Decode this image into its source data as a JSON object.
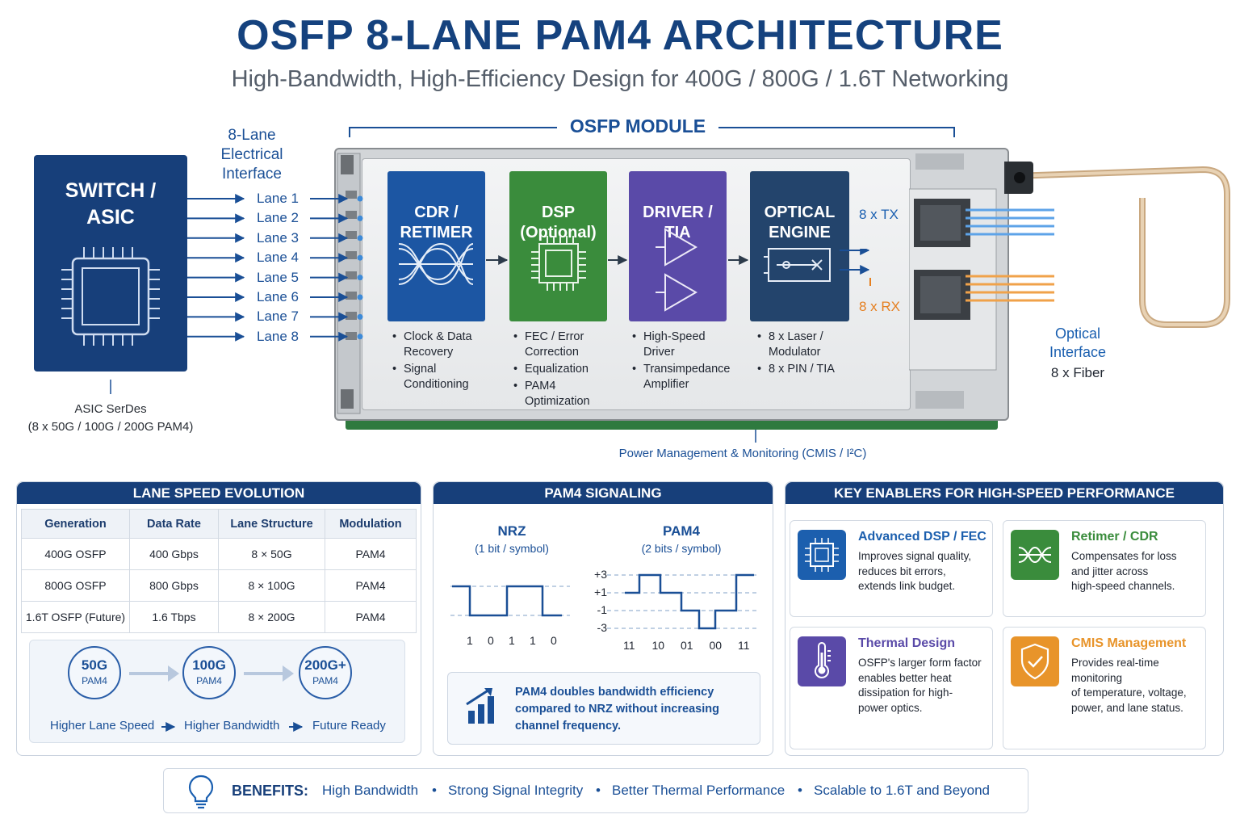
{
  "title": "OSFP 8-LANE PAM4 ARCHITECTURE",
  "subtitle": "High-Bandwidth, High-Efficiency Design for 400G / 800G / 1.6T Networking",
  "asic": {
    "title": "SWITCH /\nASIC",
    "caption_line1": "ASIC SerDes",
    "caption_line2": "(8 x 50G / 100G / 200G PAM4)"
  },
  "lane_interface": {
    "title_line1": "8-Lane",
    "title_line2": "Electrical",
    "title_line3": "Interface",
    "lanes": [
      "Lane 1",
      "Lane 2",
      "Lane 3",
      "Lane 4",
      "Lane 5",
      "Lane 6",
      "Lane 7",
      "Lane 8"
    ]
  },
  "module": {
    "label": "OSFP MODULE",
    "stages": [
      {
        "title": "CDR /\nRETIMER",
        "bullets": [
          "Clock & Data\nRecovery",
          "Signal\nConditioning"
        ]
      },
      {
        "title": "DSP\n(Optional)",
        "bullets": [
          "FEC / Error\nCorrection",
          "Equalization",
          "PAM4\nOptimization"
        ]
      },
      {
        "title": "DRIVER /\nTIA",
        "bullets": [
          "High-Speed\nDriver",
          "Transimpedance\nAmplifier"
        ]
      },
      {
        "title": "OPTICAL\nENGINE",
        "bullets": [
          "8 x Laser /\nModulator",
          "8 x PIN / TIA"
        ]
      }
    ],
    "tx_label": "8 x TX",
    "rx_label": "8 x RX",
    "power_label": "Power Management & Monitoring (CMIS / I²C)"
  },
  "optical_interface": {
    "title": "Optical\nInterface",
    "sub": "8 x Fiber"
  },
  "lane_speed": {
    "header": "LANE SPEED EVOLUTION",
    "columns": [
      "Generation",
      "Data Rate",
      "Lane Structure",
      "Modulation"
    ],
    "rows": [
      [
        "400G OSFP",
        "400 Gbps",
        "8 × 50G",
        "PAM4"
      ],
      [
        "800G OSFP",
        "800 Gbps",
        "8 × 100G",
        "PAM4"
      ],
      [
        "1.6T OSFP (Future)",
        "1.6 Tbps",
        "8 × 200G",
        "PAM4"
      ]
    ],
    "evolution": [
      {
        "value": "50G",
        "mod": "PAM4"
      },
      {
        "value": "100G",
        "mod": "PAM4"
      },
      {
        "value": "200G+",
        "mod": "PAM4"
      }
    ],
    "captions": [
      "Higher Lane Speed",
      "Higher Bandwidth",
      "Future Ready"
    ]
  },
  "pam4": {
    "header": "PAM4 SIGNALING",
    "nrz_title": "NRZ",
    "nrz_sub": "(1 bit / symbol)",
    "nrz_bits": [
      "1",
      "0",
      "1",
      "1",
      "0"
    ],
    "pam4_title": "PAM4",
    "pam4_sub": "(2 bits / symbol)",
    "pam4_levels": [
      "+3",
      "+1",
      "-1",
      "-3"
    ],
    "pam4_symbols": [
      "11",
      "10",
      "01",
      "00",
      "11"
    ],
    "callout": "PAM4 doubles bandwidth efficiency\ncompared to NRZ without increasing\nchannel frequency."
  },
  "enablers": {
    "header": "KEY ENABLERS FOR HIGH-SPEED PERFORMANCE",
    "cards": [
      {
        "title": "Advanced DSP / FEC",
        "text": "Improves signal quality,\nreduces bit errors,\nextends link budget.",
        "icon": "chip-icon",
        "color": "#1c5fae"
      },
      {
        "title": "Retimer / CDR",
        "text": "Compensates for loss\nand jitter across\nhigh-speed channels.",
        "icon": "eye-diagram-icon",
        "color": "#3a8c3c"
      },
      {
        "title": "Thermal Design",
        "text": "OSFP's larger form factor\nenables better heat\ndissipation for high-\npower optics.",
        "icon": "thermometer-icon",
        "color": "#5a4aa8"
      },
      {
        "title": "CMIS Management",
        "text": "Provides real-time monitoring\nof temperature, voltage,\npower, and lane status.",
        "icon": "shield-check-icon",
        "color": "#e8942a"
      }
    ]
  },
  "benefits": {
    "label": "BENEFITS:",
    "items": [
      "High Bandwidth",
      "Strong Signal Integrity",
      "Better Thermal Performance",
      "Scalable to 1.6T and Beyond"
    ],
    "separator": "•"
  },
  "colors": {
    "navy": "#173f7a",
    "blue": "#1c56a3",
    "green": "#3a8c3c",
    "purple": "#5a4aa8",
    "orange": "#e57f20"
  }
}
